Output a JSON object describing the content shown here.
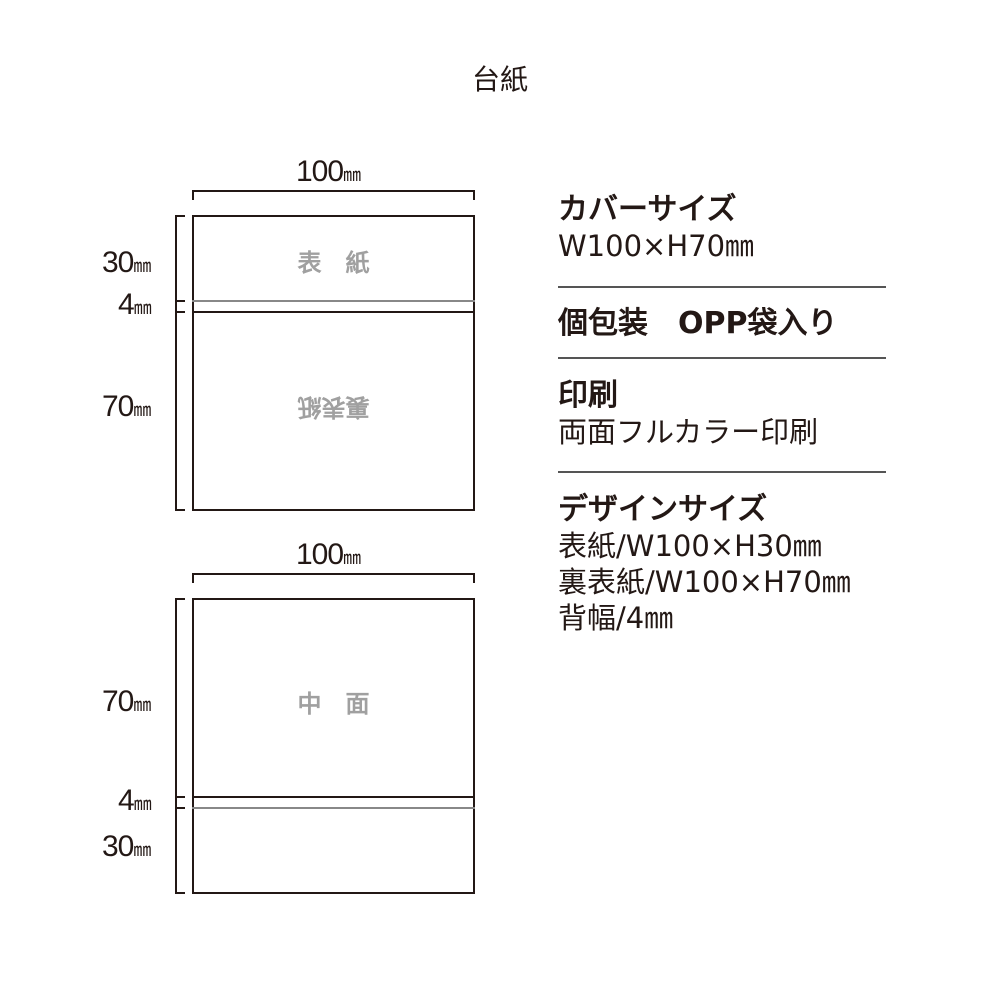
{
  "title": "台紙",
  "cover": {
    "width": "100",
    "unit": "㎜",
    "front_h": "30",
    "spine_h": "4",
    "back_h": "70",
    "front_label": "表　紙",
    "back_label": "裏表紙"
  },
  "inner": {
    "width": "100",
    "unit": "㎜",
    "inner_h": "70",
    "spine_h": "4",
    "flap_h": "30",
    "inner_label": "中　面"
  },
  "specs": [
    {
      "heading": "カバーサイズ",
      "lines": [
        "W100×H70㎜"
      ]
    },
    {
      "heading": "個包装　OPP袋入り",
      "lines": []
    },
    {
      "heading": "印刷",
      "lines": [
        "両面フルカラー印刷"
      ]
    },
    {
      "heading": "デザインサイズ",
      "lines": [
        "表紙/W100×H30㎜",
        "裏表紙/W100×H70㎜",
        "背幅/4㎜"
      ]
    }
  ]
}
